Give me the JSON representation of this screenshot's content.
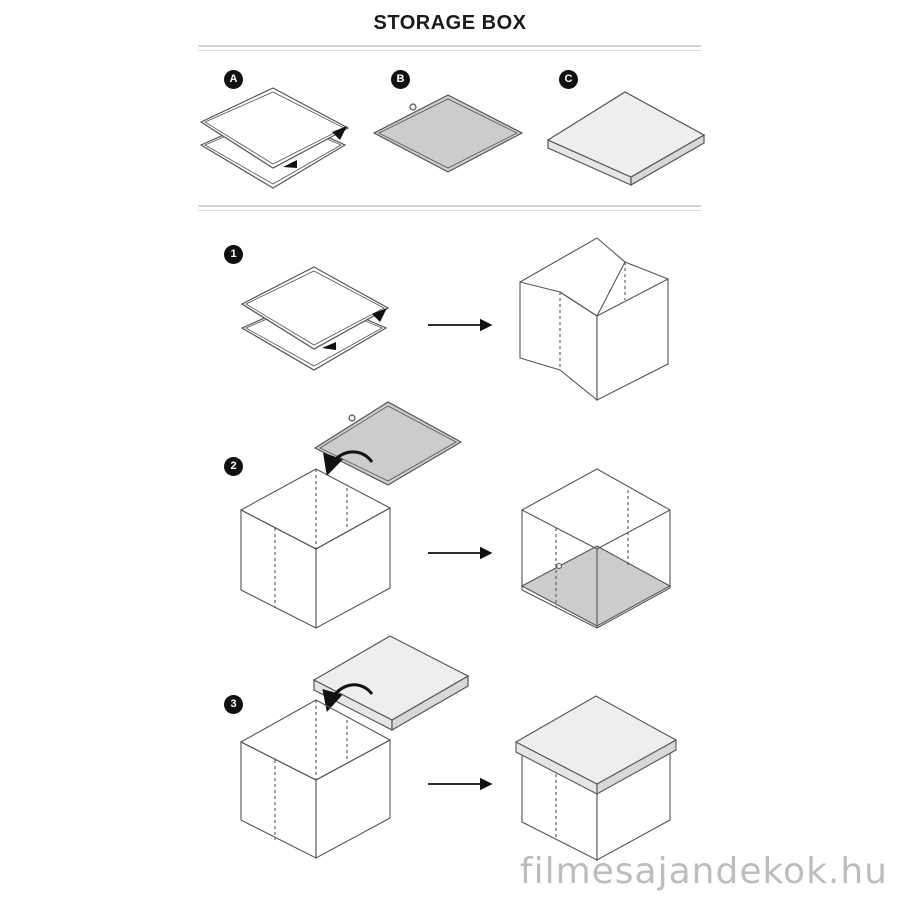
{
  "title": "STORAGE BOX",
  "parts": [
    {
      "label": "A",
      "icon": "side-panels-icon"
    },
    {
      "label": "B",
      "icon": "bottom-board-icon"
    },
    {
      "label": "C",
      "icon": "lid-icon"
    }
  ],
  "steps": [
    {
      "label": "1",
      "icon": "unfold-box-step-icon"
    },
    {
      "label": "2",
      "icon": "insert-bottom-step-icon"
    },
    {
      "label": "3",
      "icon": "place-lid-step-icon"
    }
  ],
  "watermark": "filmesajandekok.hu",
  "colors": {
    "line": "#555555",
    "board_fill": "#cccccc",
    "lid_fill": "#e6e6e6",
    "badge": "#111111"
  }
}
